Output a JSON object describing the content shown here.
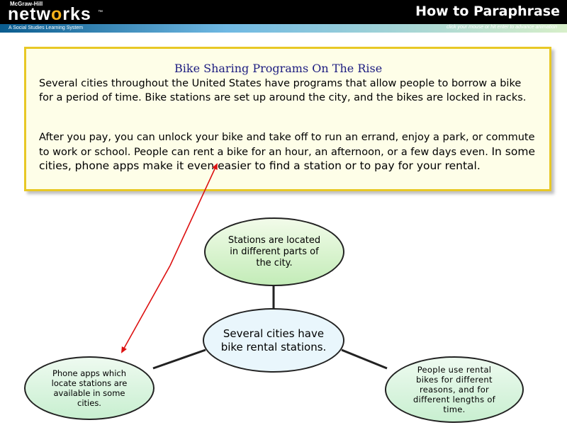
{
  "header": {
    "brand_top": "McGraw-Hill",
    "brand_logo_pre": "netw",
    "brand_logo_o": "o",
    "brand_logo_post": "rks",
    "brand_tm": "™",
    "brand_tagline": "A Social Studies Learning System",
    "title": "How to Paraphrase",
    "hint": "click your mouse or hit enter to advance animation"
  },
  "article": {
    "title": "Bike Sharing Programs On The Rise",
    "para1": "Several cities throughout the United States have programs that allow people to borrow a bike for a period of time. Bike stations are set up around the city, and the bikes are locked in racks.",
    "para2_plain": "After you pay, you can unlock your bike and take off to run an errand, enjoy a park, or commute to work or school. People can rent a bike for an hour, an afternoon, or a few days even.",
    "para2_highlight": "In some cities, phone apps make it even easier to find a station or to pay for your rental."
  },
  "diagram": {
    "top_node": "Stations are located in different parts of the city.",
    "center_node": "Several cities have bike rental stations.",
    "left_node": "Phone apps which locate stations are available in some cities.",
    "right_node": "People use rental bikes for different reasons, and for different lengths of time."
  },
  "colors": {
    "header_bg": "#000000",
    "note_border": "#e8c825",
    "note_bg": "#fefee8",
    "arrow": "#dd1111",
    "title_text": "#1c1c80"
  }
}
